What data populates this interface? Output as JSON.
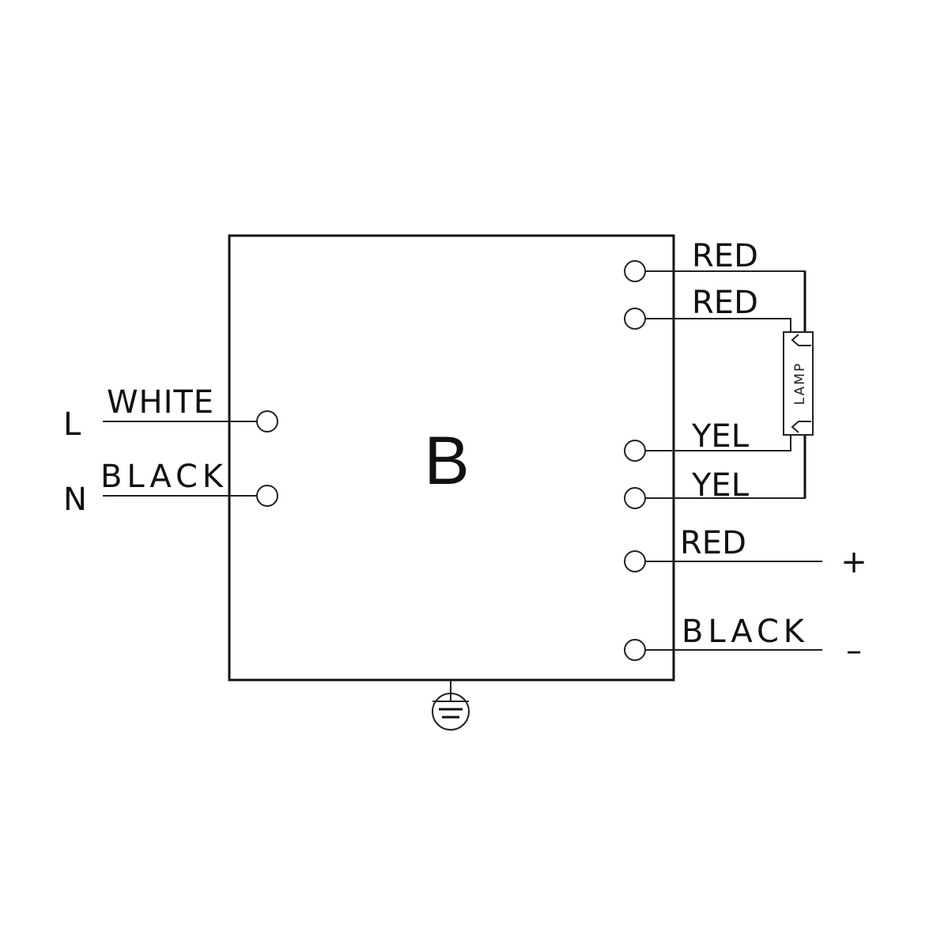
{
  "ballast": {
    "label": "B"
  },
  "inputs": {
    "line": {
      "terminal": "L",
      "wire": "WHITE"
    },
    "neutral": {
      "terminal": "N",
      "wire": "BLACK"
    }
  },
  "outputs": [
    {
      "wire": "RED"
    },
    {
      "wire": "RED"
    },
    {
      "wire": "YEL"
    },
    {
      "wire": "YEL"
    },
    {
      "wire": "RED",
      "polarity": "+"
    },
    {
      "wire": "BLACK",
      "polarity": "–"
    }
  ],
  "lamp": {
    "label": "LAMP"
  },
  "ground": {
    "icon": "ground-icon"
  }
}
